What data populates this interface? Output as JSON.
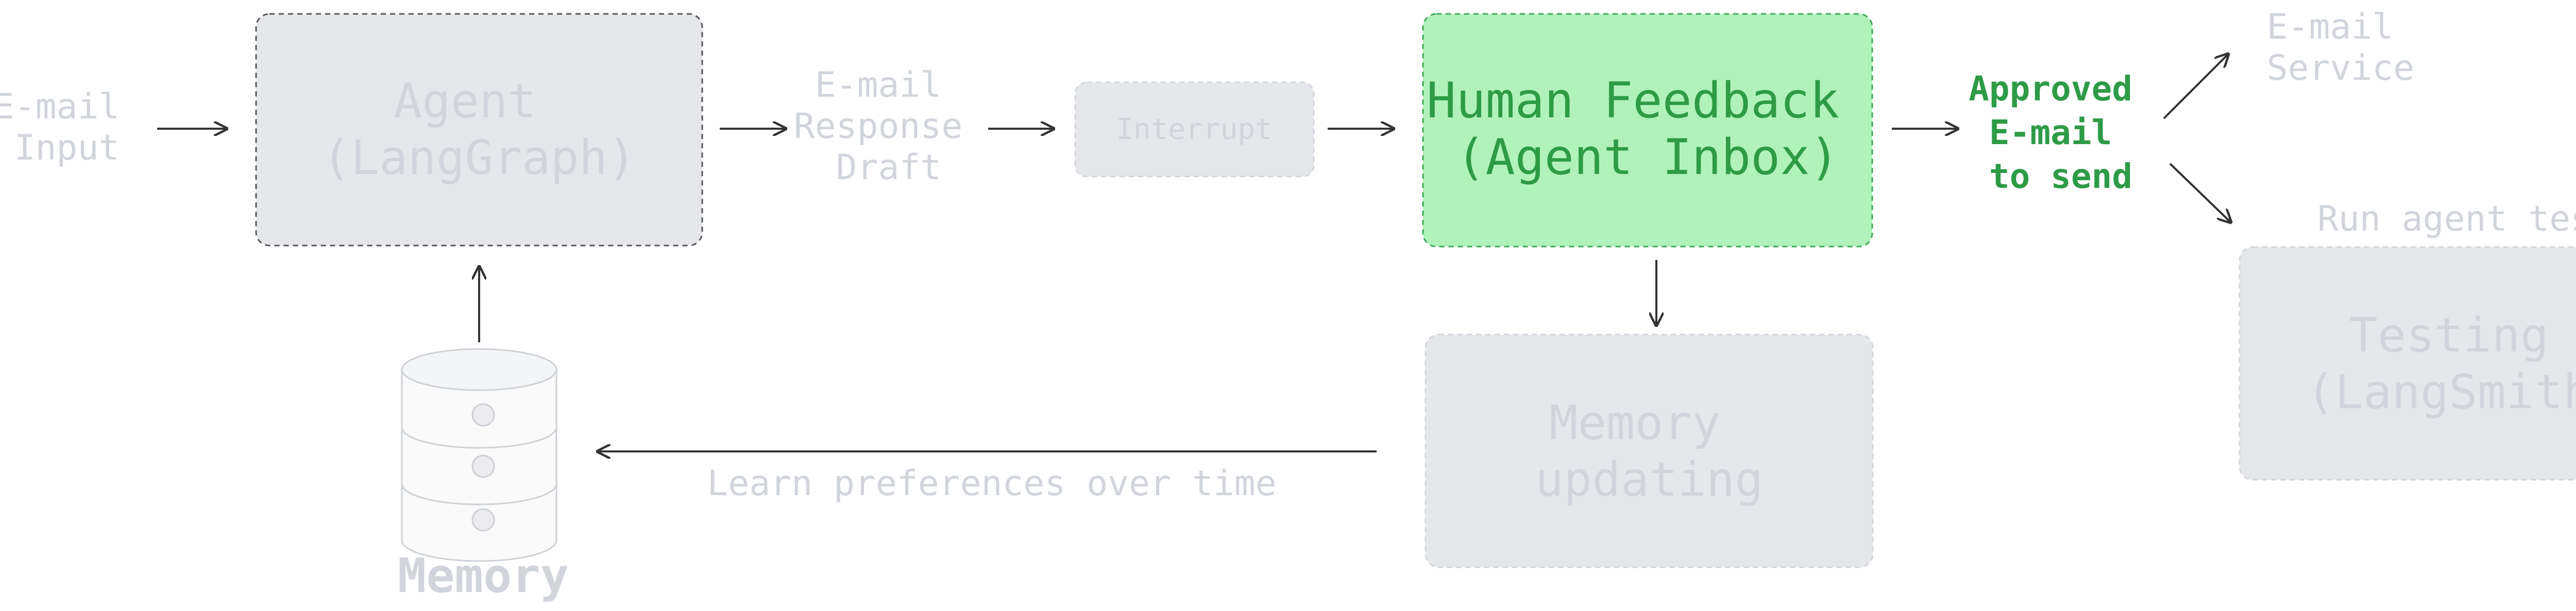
{
  "input_label": [
    "E-mail",
    "Input"
  ],
  "agent_box": {
    "lines": [
      "Agent",
      "(LangGraph)"
    ]
  },
  "draft_label": [
    "E-mail",
    "Response",
    "Draft"
  ],
  "interrupt_box": {
    "label": "Interrupt"
  },
  "human_feedback_box": {
    "lines": [
      "Human Feedback",
      "(Agent Inbox)"
    ]
  },
  "approved_label": [
    "Approved",
    "E-mail",
    "to send"
  ],
  "email_service_label": [
    "E-mail",
    "Service"
  ],
  "run_tests_label": "Run agent tests",
  "testing_box": {
    "lines": [
      "Testing",
      "(LangSmith)"
    ]
  },
  "memory_updating_box": {
    "lines": [
      "Memory",
      "updating"
    ]
  },
  "learn_label": "Learn preferences over time",
  "memory_db": {
    "label": "Memory"
  },
  "colors": {
    "faded": "#d1d5db",
    "box_fill": "#e5e7eb",
    "highlight_fill": "#b1f2bb",
    "highlight_text": "#2e9b47",
    "arrow": "#333333"
  }
}
